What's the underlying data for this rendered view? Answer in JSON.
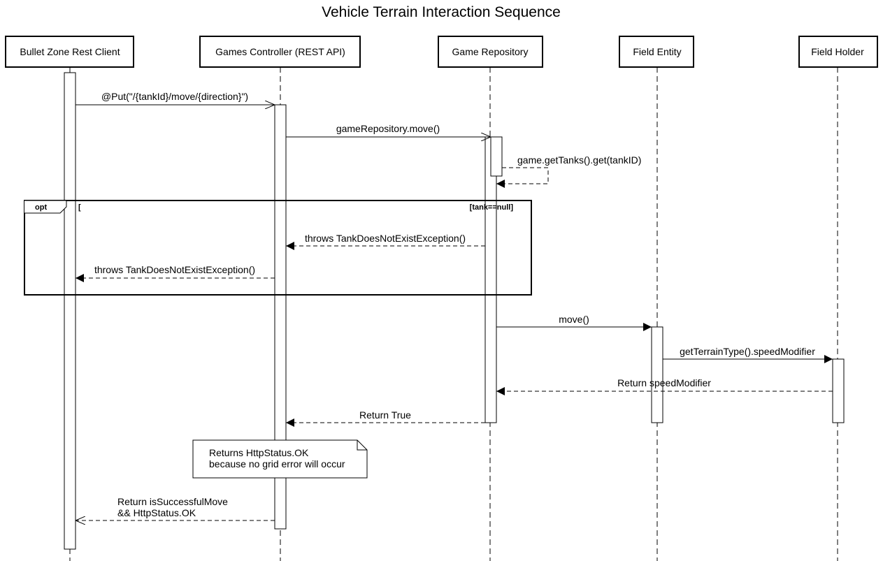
{
  "title": "Vehicle Terrain Interaction Sequence",
  "participants": [
    {
      "id": "client",
      "name": "Bullet Zone Rest Client"
    },
    {
      "id": "controller",
      "name": "Games Controller (REST API)"
    },
    {
      "id": "repo",
      "name": "Game Repository"
    },
    {
      "id": "field",
      "name": "Field Entity"
    },
    {
      "id": "holder",
      "name": "Field Holder"
    }
  ],
  "messages": [
    {
      "label": "@Put(\"/{tankId}/move/{direction}\")",
      "from": "client",
      "to": "controller",
      "kind": "async"
    },
    {
      "label": "gameRepository.move()",
      "from": "controller",
      "to": "repo",
      "kind": "async"
    },
    {
      "label": "game.getTanks().get(tankID)",
      "from": "repo",
      "to": "repo",
      "kind": "self-return"
    },
    {
      "label": "throws TankDoesNotExistException()",
      "from": "repo",
      "to": "controller",
      "kind": "return"
    },
    {
      "label": "throws TankDoesNotExistException()",
      "from": "controller",
      "to": "client",
      "kind": "return"
    },
    {
      "label": "move()",
      "from": "repo",
      "to": "field",
      "kind": "sync"
    },
    {
      "label": "getTerrainType().speedModifier",
      "from": "field",
      "to": "holder",
      "kind": "sync"
    },
    {
      "label": "Return speedModifier",
      "from": "holder",
      "to": "repo",
      "kind": "return"
    },
    {
      "label": "Return True",
      "from": "repo",
      "to": "controller",
      "kind": "return"
    },
    {
      "label": [
        "Return isSuccessfulMove",
        "&& HttpStatus.OK"
      ],
      "from": "controller",
      "to": "client",
      "kind": "return-open"
    }
  ],
  "fragment": {
    "operator": "opt",
    "bracket": "[",
    "guard": "[tank==null]"
  },
  "note": {
    "lines": [
      "Returns HttpStatus.OK",
      "because no grid error will occur"
    ]
  }
}
